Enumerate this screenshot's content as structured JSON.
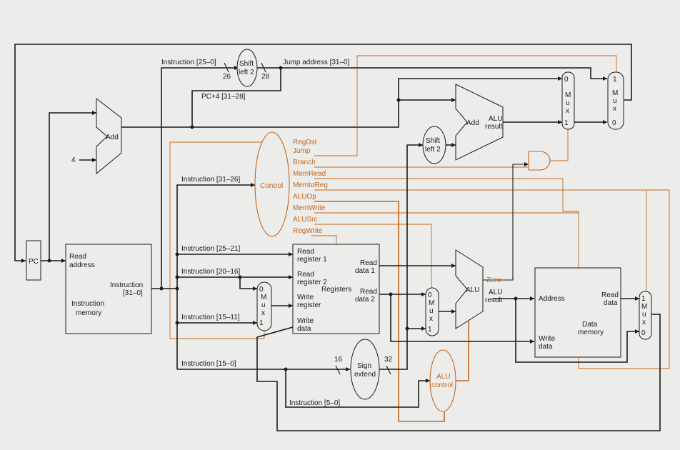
{
  "units": {
    "pc": "PC",
    "add_top": "Add",
    "const_four": "4",
    "im_read": "Read",
    "im_address": "address",
    "im_instruction": "Instruction",
    "im_range": "[31–0]",
    "im_name1": "Instruction",
    "im_name2": "memory",
    "shift_top_1": "Shift",
    "shift_top_2": "left 2",
    "shift_mid_1": "Shift",
    "shift_mid_2": "left 2",
    "control": "Control",
    "add_branch": "Add",
    "alu_result": "ALU",
    "alu_result2": "result",
    "alu_main": "ALU",
    "alu_main_result1": "ALU",
    "alu_main_result2": "result",
    "zero": "Zero",
    "regs_read1a": "Read",
    "regs_read1b": "register 1",
    "regs_read2a": "Read",
    "regs_read2b": "register 2",
    "regs_writea": "Write",
    "regs_writeb": "register",
    "regs_dataa": "Write",
    "regs_datab": "data",
    "regs_name": "Registers",
    "regs_rd1a": "Read",
    "regs_rd1b": "data 1",
    "regs_rd2a": "Read",
    "regs_rd2b": "data 2",
    "sign_1": "Sign",
    "sign_2": "extend",
    "alu_ctl_1": "ALU",
    "alu_ctl_2": "control",
    "dm_address": "Address",
    "dm_wd1": "Write",
    "dm_wd2": "data",
    "dm_rd1": "Read",
    "dm_rd2": "data",
    "dm_name1": "Data",
    "dm_name2": "memory"
  },
  "mux": {
    "m": "M",
    "u": "u",
    "x": "x",
    "zero": "0",
    "one": "1"
  },
  "signals": {
    "instr_25_0": "Instruction [25–0]",
    "jump_addr": "Jump address [31–0]",
    "pc4": "PC+4 [31–28]",
    "instr_31_26": "Instruction [31–26]",
    "instr_25_21": "Instruction [25–21]",
    "instr_20_16": "Instruction [20–16]",
    "instr_15_11": "Instruction [15–11]",
    "instr_15_0": "Instruction [15–0]",
    "instr_5_0": "Instruction [5–0]",
    "w26": "26",
    "w28": "28",
    "w16": "16",
    "w32": "32"
  },
  "control_signals": [
    "RegDst",
    "Jump",
    "Branch",
    "MemRead",
    "MemtoReg",
    "ALUOp",
    "MemWrite",
    "ALUSrc",
    "RegWrite"
  ],
  "colors": {
    "wire": "#1a1a1a",
    "control": "#c5661c",
    "background": "#ececea"
  }
}
